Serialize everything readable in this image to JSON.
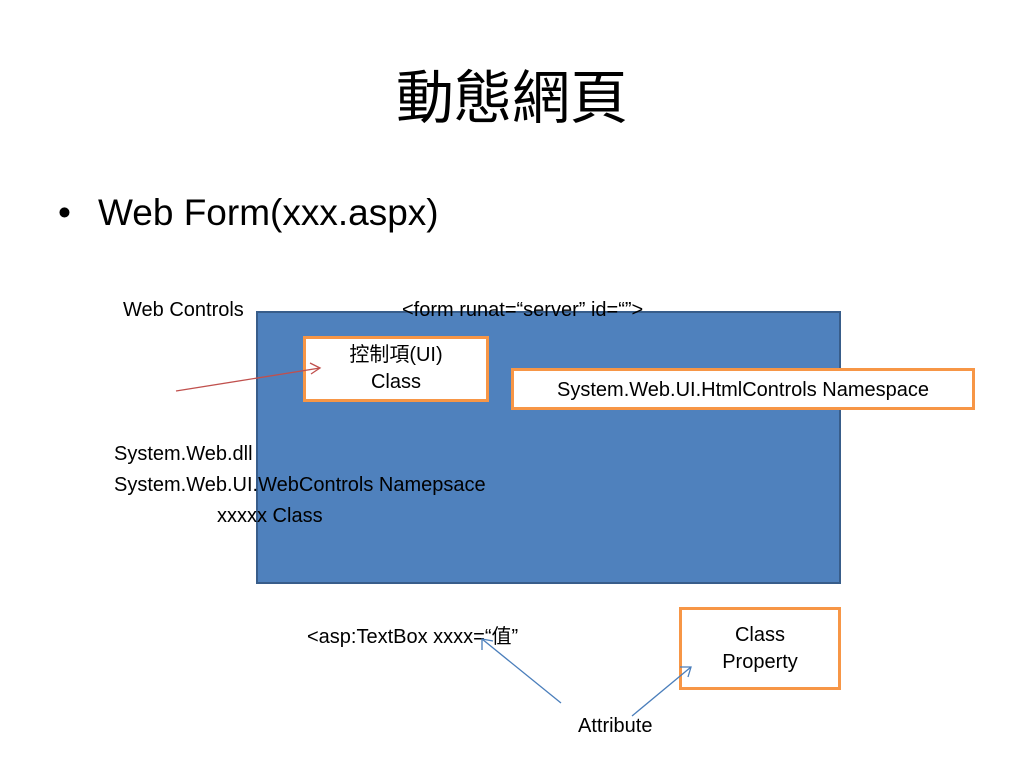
{
  "slide": {
    "title": "動態網頁",
    "bullet": {
      "marker": "•",
      "text": "Web Form(xxx.aspx)"
    }
  },
  "labels": {
    "web_controls": "Web Controls",
    "form_tag": "<form runat=“server” id=“”>",
    "system_web_dll": "System.Web.dll",
    "webcontrols_namespace": "System.Web.UI.WebControls Namepsace",
    "xxxxx_class": "xxxxx Class",
    "textbox_tag": "<asp:TextBox xxxx=“值”",
    "attribute": "Attribute"
  },
  "boxes": {
    "control_ui_class": {
      "line1": "控制項(UI)",
      "line2": "Class"
    },
    "htmlcontrols_namespace": {
      "text": "System.Web.UI.HtmlControls Namespace"
    },
    "class_property": {
      "line1": "Class",
      "line2": "Property"
    }
  },
  "colors": {
    "form_rect_fill": "#4f81bd",
    "form_rect_border": "#385d8a",
    "box_border": "#f79646",
    "red_arrow": "#c0504d",
    "blue_arrow": "#4a7ebb"
  }
}
